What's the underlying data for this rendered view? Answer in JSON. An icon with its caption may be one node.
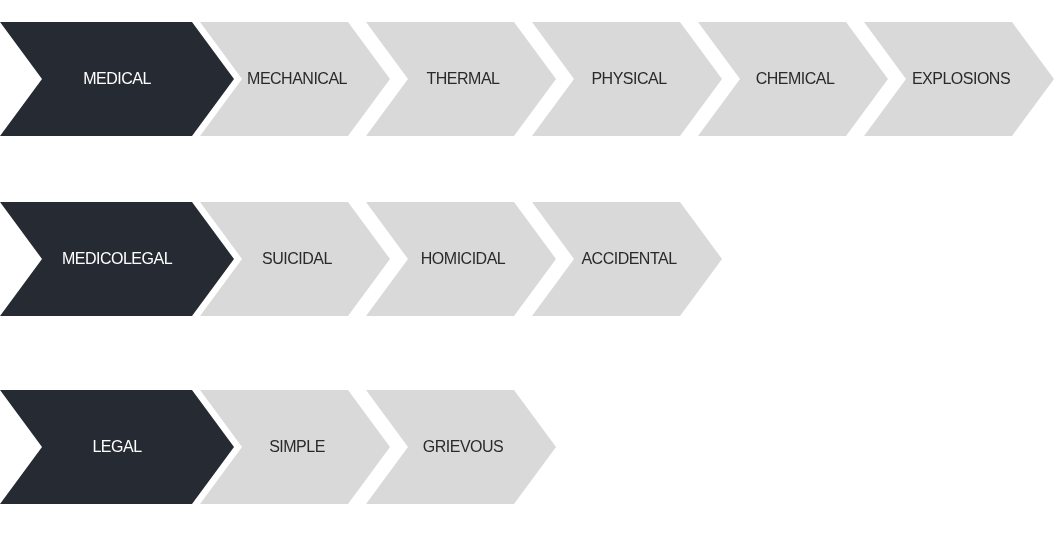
{
  "diagram": {
    "nodes": [
      {
        "text": [
          "MEDICAL"
        ]
      },
      {
        "text": [
          "MECHANICAL"
        ]
      },
      {
        "text": [
          "THERMAL"
        ]
      },
      {
        "text": [
          "PHYSICAL"
        ]
      },
      {
        "text": [
          "CHEMICAL"
        ]
      },
      {
        "text": [
          "EXPLOSIONS"
        ]
      },
      {
        "text": [
          "MEDICOLEGAL"
        ]
      },
      {
        "text": [
          "SUICIDAL"
        ]
      },
      {
        "text": [
          "HOMICIDAL"
        ]
      },
      {
        "text": [
          "ACCIDENTAL"
        ]
      },
      {
        "text": [
          "LEGAL"
        ]
      },
      {
        "text": [
          "SIMPLE"
        ]
      },
      {
        "text": [
          "GRIEVOUS"
        ]
      }
    ]
  }
}
